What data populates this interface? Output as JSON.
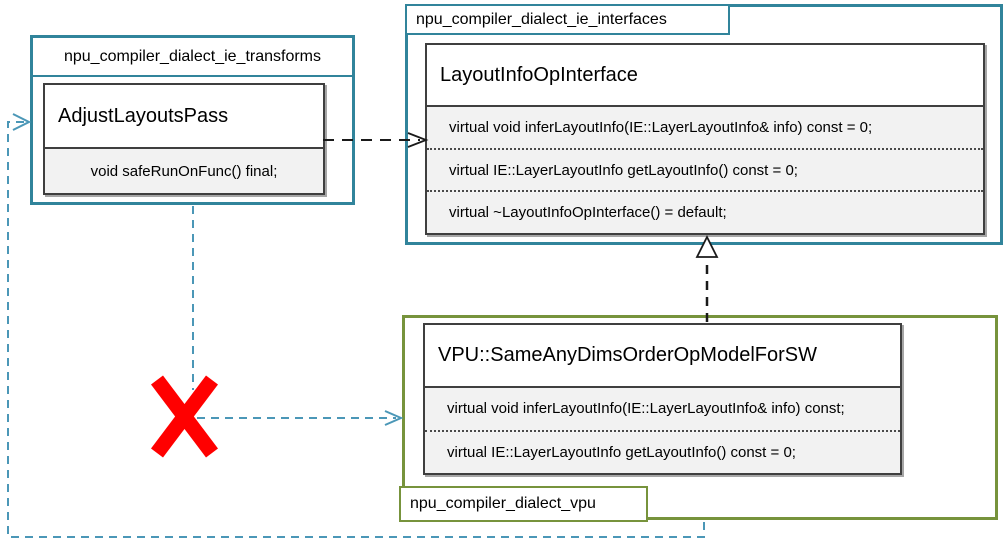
{
  "colors": {
    "teal": "#31849B",
    "olive": "#77933C",
    "connector": "#4B97B7",
    "dep": "#1A1A1A",
    "method-bg": "#F2F2F2",
    "cls-border": "#3F3F3F",
    "xred": "#FF0000"
  },
  "packages": {
    "transforms": {
      "label": "npu_compiler_dialect_ie_transforms",
      "class": {
        "name": "AdjustLayoutsPass",
        "methods": [
          "void safeRunOnFunc() final;"
        ]
      }
    },
    "interfaces": {
      "label": "npu_compiler_dialect_ie_interfaces",
      "class": {
        "name": "LayoutInfoOpInterface",
        "methods": [
          "virtual void inferLayoutInfo(IE::LayerLayoutInfo& info) const = 0;",
          "virtual IE::LayerLayoutInfo getLayoutInfo() const = 0;",
          "virtual ~LayoutInfoOpInterface() = default;"
        ]
      }
    },
    "vpu": {
      "label": "npu_compiler_dialect_vpu",
      "class": {
        "name": "VPU::SameAnyDimsOrderOpModelForSW",
        "methods": [
          "virtual void inferLayoutInfo(IE::LayerLayoutInfo& info) const;",
          "virtual IE::LayerLayoutInfo getLayoutInfo() const = 0;"
        ]
      }
    }
  },
  "annotations": {
    "rejection_mark": "X"
  }
}
